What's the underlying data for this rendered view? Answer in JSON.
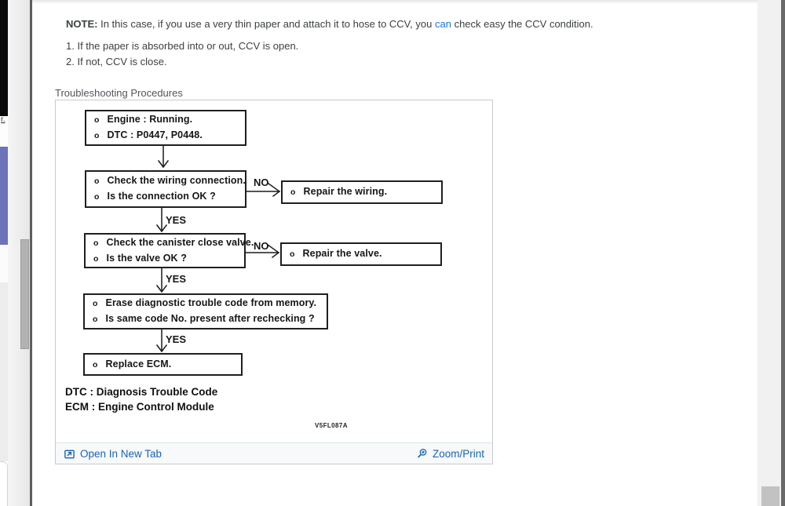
{
  "note": {
    "label": "NOTE:",
    "text_before": "In this case, if you use a very thin paper and attach it to hose to CCV, you",
    "link_word": "can",
    "text_after": "check easy the CCV condition.",
    "items": [
      "1. If the paper is absorbed into or out, CCV is open.",
      "2. If not, CCV is close."
    ]
  },
  "section": {
    "title": "Troubleshooting Procedures"
  },
  "flowchart": {
    "bullet": "o",
    "labels": {
      "yes": "YES",
      "no": "NO"
    },
    "boxes": {
      "start": {
        "lines": [
          "Engine : Running.",
          "DTC : P0447, P0448."
        ]
      },
      "check_wiring": {
        "lines": [
          "Check the wiring connection.",
          "Is the connection OK ?"
        ]
      },
      "repair_wiring": {
        "lines": [
          "Repair the wiring."
        ]
      },
      "check_valve": {
        "lines": [
          "Check the canister close valve.",
          "Is the valve OK ?"
        ]
      },
      "repair_valve": {
        "lines": [
          "Repair the valve."
        ]
      },
      "erase_code": {
        "lines": [
          "Erase diagnostic trouble code from memory.",
          "Is same code No. present after rechecking ?"
        ]
      },
      "replace_ecm": {
        "lines": [
          "Replace ECM."
        ]
      }
    },
    "legend": {
      "dtc": "DTC : Diagnosis Trouble Code",
      "ecm": "ECM : Engine Control Module"
    },
    "figure_code": "V5FL087A"
  },
  "figure_footer": {
    "open_in_new_tab": "Open In New Tab",
    "zoom_print": "Zoom/Print"
  },
  "edge": {
    "link_fragment": "r."
  },
  "colors": {
    "note_link": "#1a73e8",
    "action_link": "#1b63b3"
  }
}
